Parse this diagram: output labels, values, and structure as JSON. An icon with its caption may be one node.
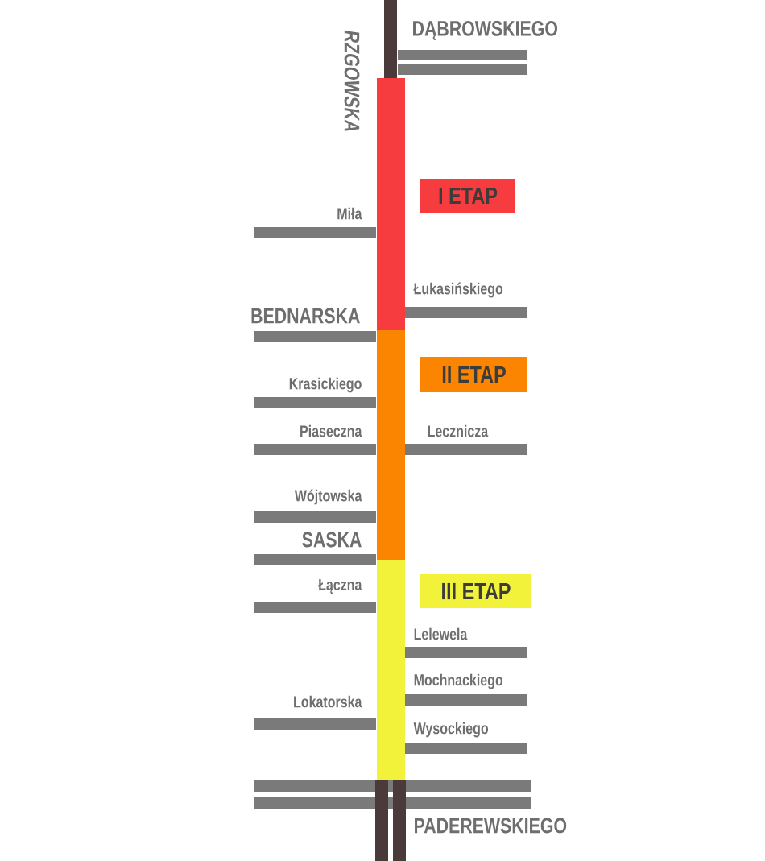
{
  "diagram": {
    "nodes": [
      {
        "text": [
          "I ETAP"
        ]
      },
      {
        "text": [
          "II ETAP"
        ]
      },
      {
        "text": [
          "III ETAP"
        ]
      },
      {
        "text": [],
        "shape": "bar",
        "beside": [
          "DĄBROWSKIEGO"
        ]
      },
      {
        "text": [],
        "shape": "bar"
      },
      {
        "text": [],
        "shape": "bar",
        "beside": [
          "Miła"
        ]
      },
      {
        "text": [],
        "shape": "bar",
        "beside": [
          "Łukasińskiego"
        ]
      },
      {
        "text": [],
        "shape": "bar",
        "beside": [
          "BEDNARSKA"
        ]
      },
      {
        "text": [],
        "shape": "bar",
        "beside": [
          "Krasickiego"
        ]
      },
      {
        "text": [],
        "shape": "bar",
        "beside": [
          "Piaseczna"
        ]
      },
      {
        "text": [],
        "shape": "bar",
        "beside": [
          "Lecznicza"
        ]
      },
      {
        "text": [],
        "shape": "bar",
        "beside": [
          "Wójtowska"
        ]
      },
      {
        "text": [],
        "shape": "bar",
        "beside": [
          "SASKA"
        ]
      },
      {
        "text": [],
        "shape": "bar",
        "beside": [
          "Łączna"
        ]
      },
      {
        "text": [],
        "shape": "bar",
        "beside": [
          "Lelewela"
        ]
      },
      {
        "text": [],
        "shape": "bar",
        "beside": [
          "Mochnackiego"
        ]
      },
      {
        "text": [],
        "shape": "bar",
        "beside": [
          "Lokatorska"
        ]
      },
      {
        "text": [],
        "shape": "bar",
        "beside": [
          "Wysockiego"
        ]
      },
      {
        "text": [],
        "shape": "bar"
      },
      {
        "text": [],
        "shape": "bar",
        "beside": [
          "PADEREWSKIEGO"
        ]
      }
    ],
    "labels": [
      "RZGOWSKA"
    ]
  }
}
